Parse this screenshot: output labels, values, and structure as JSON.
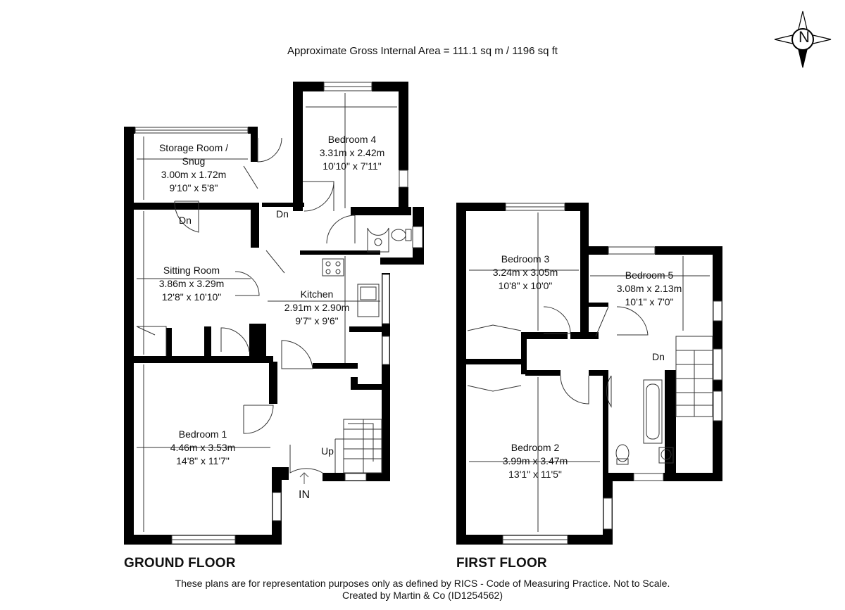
{
  "header": {
    "area_text": "Approximate Gross Internal Area = 111.1 sq m / 1196 sq ft"
  },
  "compass": {
    "letter": "N"
  },
  "rooms": {
    "storage": {
      "name": "Storage Room /",
      "name2": "Snug",
      "metric": "3.00m x 1.72m",
      "imperial": "9'10\" x 5'8\""
    },
    "bedroom4": {
      "name": "Bedroom 4",
      "metric": "3.31m x 2.42m",
      "imperial": "10'10\" x 7'11\""
    },
    "sitting": {
      "name": "Sitting Room",
      "metric": "3.86m x 3.29m",
      "imperial": "12'8\" x 10'10\""
    },
    "kitchen": {
      "name": "Kitchen",
      "metric": "2.91m x 2.90m",
      "imperial": "9'7\" x 9'6\""
    },
    "bedroom1": {
      "name": "Bedroom 1",
      "metric": "4.46m x 3.53m",
      "imperial": "14'8\" x 11'7\""
    },
    "bedroom3": {
      "name": "Bedroom 3",
      "metric": "3.24m x 3.05m",
      "imperial": "10'8\" x 10'0\""
    },
    "bedroom5": {
      "name": "Bedroom 5",
      "metric": "3.08m x 2.13m",
      "imperial": "10'1\" x 7'0\""
    },
    "bedroom2": {
      "name": "Bedroom 2",
      "metric": "3.99m x 3.47m",
      "imperial": "13'1\" x 11'5\""
    }
  },
  "labels": {
    "dn": "Dn",
    "up": "Up",
    "in": "IN"
  },
  "floors": {
    "ground": "GROUND FLOOR",
    "first": "FIRST FLOOR"
  },
  "footer": {
    "line1": "These plans are for representation purposes only as defined by RICS - Code of Measuring Practice. Not to Scale.",
    "line2": "Created by Martin & Co (ID1254562)"
  },
  "colors": {
    "wall": "#000000",
    "line": "#333333",
    "background": "#ffffff"
  }
}
